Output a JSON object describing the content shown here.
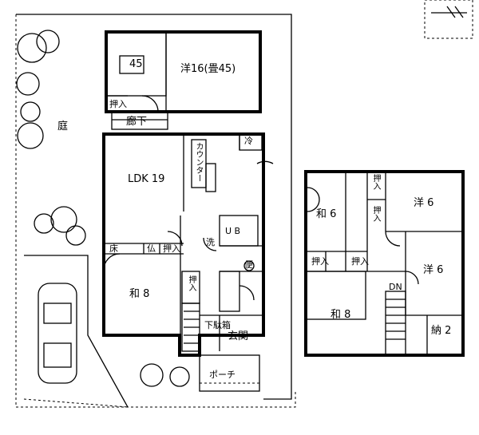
{
  "colors": {
    "line": "#000000",
    "background": "#ffffff",
    "tree": "#000000"
  },
  "icons": [
    "tree-icon",
    "car-icon",
    "door-swing-icon",
    "north-arrow-icon"
  ],
  "labels": {
    "room_jo45": "45",
    "room_western16": "洋16(畳45)",
    "oshiire_annex": "押入",
    "corridor": "廊下",
    "garden": "庭",
    "ldk": "LDK 19",
    "counter": "カウンター",
    "fridge": "冷",
    "butsudan": "仏",
    "tokonoma": "床",
    "oshiire_1f": "押入",
    "washitsu8_1f": "和 8",
    "oshiire_stair": "押入",
    "ub": "U B",
    "washroom": "洗",
    "toilet": "便",
    "shoes": "下駄箱",
    "genkan": "玄関",
    "porch": "ポーチ",
    "washitsu6_2f": "和 6",
    "oshiire_2f_a": "押入",
    "oshiire_2f_b": "押入",
    "western6_a": "洋 6",
    "western6_b": "洋 6",
    "oshiire_2f_c": "押入",
    "oshiire_2f_d": "押入",
    "down": "DN",
    "washitsu8_2f": "和 8",
    "storage2": "納 2"
  }
}
